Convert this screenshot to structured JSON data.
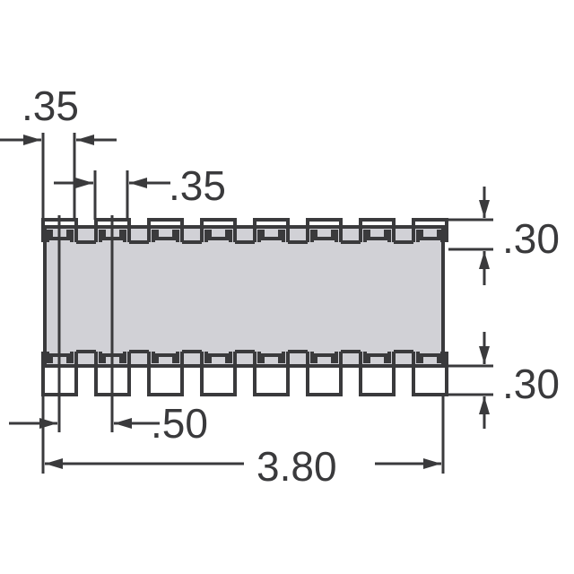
{
  "diagram": {
    "type": "package-outline-dimension-drawing",
    "subject": "SMD resistor array package, 8 terminals per side (16 total)",
    "units_shown": false,
    "colors": {
      "outline": "#3a3a3c",
      "body_fill": "#d1d1d6",
      "background": "#ffffff"
    },
    "terminals_per_side": 8,
    "dimensions": {
      "terminal_width_top": ".35",
      "terminal_gap": ".35",
      "terminal_height_top": ".30",
      "terminal_height_bottom": ".30",
      "pitch": ".50",
      "overall_length": "3.80"
    }
  }
}
